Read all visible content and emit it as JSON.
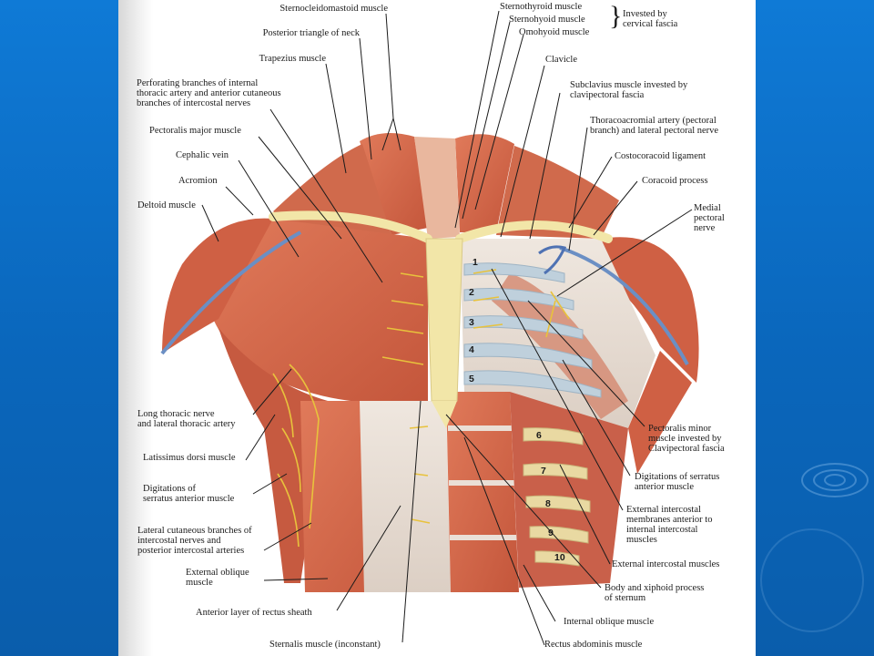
{
  "labels": {
    "sternocleidomastoid": "Sternocleidomastoid muscle",
    "posterior_triangle": "Posterior triangle of neck",
    "trapezius": "Trapezius muscle",
    "perforating": "Perforating branches of internal\nthoracic artery and anterior cutaneous\nbranches of intercostal nerves",
    "pectoralis_major": "Pectoralis major muscle",
    "cephalic_vein": "Cephalic vein",
    "acromion": "Acromion",
    "deltoid": "Deltoid muscle",
    "long_thoracic": "Long thoracic nerve\nand lateral thoracic artery",
    "latissimus": "Latissimus dorsi muscle",
    "digitations_left": "Digitations of\nserratus anterior muscle",
    "lateral_cutaneous": "Lateral cutaneous branches of\nintercostal nerves and\nposterior intercostal arteries",
    "external_oblique": "External oblique\nmuscle",
    "anterior_layer": "Anterior layer of rectus sheath",
    "sternalis": "Sternalis muscle (inconstant)",
    "sternothyroid": "Sternothyroid muscle",
    "sternohyoid": "Sternohyoid muscle",
    "omohyoid": "Omohyoid muscle",
    "invested_by": "Invested by\ncervical fascia",
    "clavicle": "Clavicle",
    "subclavius": "Subclavius muscle invested by\nclavipectoral fascia",
    "thoracoacromial": "Thoracoacromial artery (pectoral\nbranch) and lateral pectoral nerve",
    "costocoracoid": "Costocoracoid ligament",
    "coracoid": "Coracoid process",
    "medial_pectoral": "Medial\npectoral\nnerve",
    "pectoralis_minor": "Pectoralis minor\nmuscle invested by\nClavipectoral fascia",
    "digitations_right": "Digitations of serratus\nanterior muscle",
    "external_intercostal_membranes": "External intercostal\nmembranes anterior to\ninternal intercostal\nmuscles",
    "external_intercostal_muscles": "External intercostal muscles",
    "body_xiphoid": "Body and xiphoid process\nof sternum",
    "internal_oblique": "Internal oblique muscle",
    "rectus_abdominis": "Rectus abdominis muscle"
  },
  "rib_numbers": [
    "1",
    "2",
    "3",
    "4",
    "5",
    "6",
    "7",
    "8",
    "9",
    "10"
  ],
  "colors": {
    "background": "#0b6fc4",
    "muscle": "#d9684a",
    "muscle_dark": "#b8482f",
    "fascia": "#eadfd6",
    "bone": "#f2e6a8",
    "nerve": "#e8c23c",
    "vein": "#6b8fc4",
    "leader": "#1b1b1b"
  }
}
